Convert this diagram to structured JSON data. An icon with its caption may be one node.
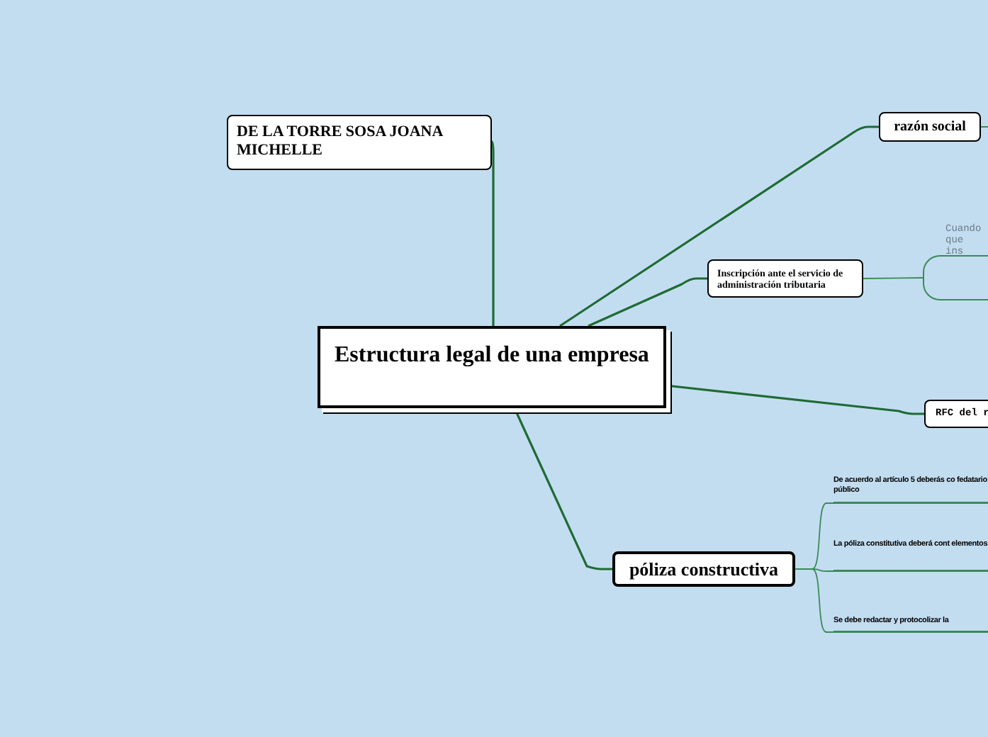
{
  "diagram": {
    "nodes": [
      {
        "text": [
          "Estructura legal de una empresa"
        ]
      },
      {
        "text": [
          "DE LA TORRE SOSA JOANA MICHELLE"
        ]
      },
      {
        "text": [
          "razón social"
        ]
      },
      {
        "text": [
          "Inscripción ante el servicio de administración tributaria"
        ]
      },
      {
        "text": [
          "Cuando que ins"
        ]
      },
      {
        "text": [
          "RFC del r"
        ]
      },
      {
        "text": [
          "póliza constructiva"
        ]
      },
      {
        "text": [
          "De acuerdo al artículo 5 deberás co fedatario público"
        ]
      },
      {
        "text": [
          "La póliza constitutiva deberá cont elementos"
        ]
      },
      {
        "text": [
          "Se debe redactar y protocolizar la"
        ]
      }
    ],
    "edges": [
      {
        "from": 0,
        "to": 1,
        "arrow": "none"
      },
      {
        "from": 0,
        "to": 2,
        "arrow": "none"
      },
      {
        "from": 2,
        "to": null,
        "arrow": "none"
      },
      {
        "from": 0,
        "to": 3,
        "arrow": "none"
      },
      {
        "from": 3,
        "to": 4,
        "arrow": "none"
      },
      {
        "from": 0,
        "to": 5,
        "arrow": "none"
      },
      {
        "from": 0,
        "to": 6,
        "arrow": "none"
      },
      {
        "from": 6,
        "to": 7,
        "arrow": "none"
      },
      {
        "from": 6,
        "to": 8,
        "arrow": "none"
      },
      {
        "from": 6,
        "to": 9,
        "arrow": "none"
      }
    ]
  }
}
